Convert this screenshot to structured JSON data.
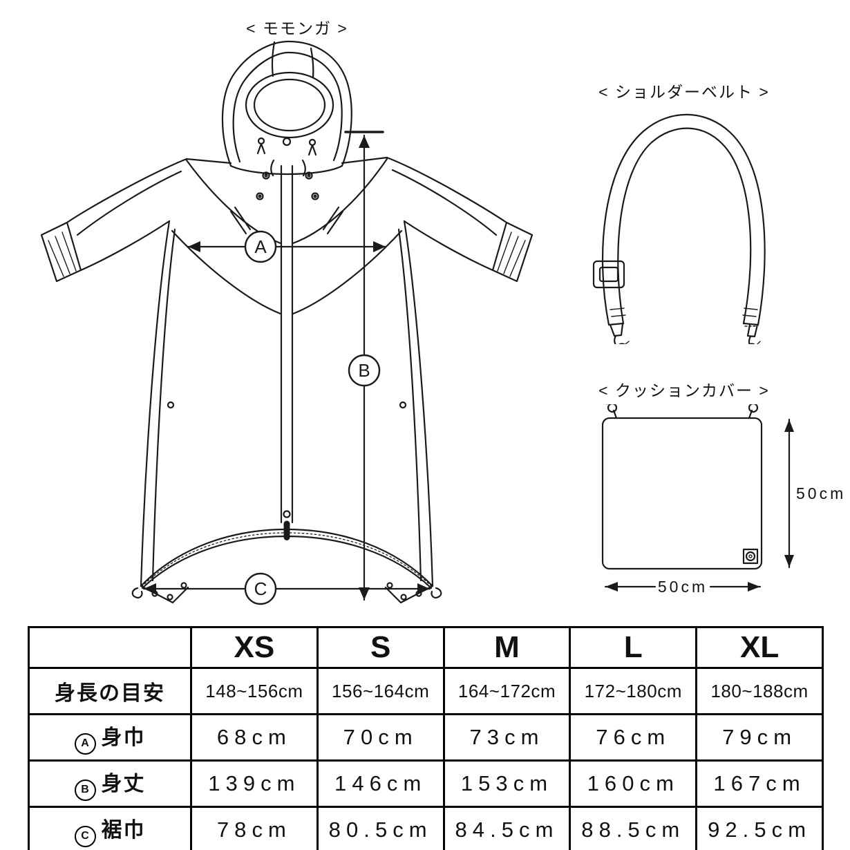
{
  "diagram": {
    "momonga_label": "< モモンガ >",
    "shoulder_belt_label": "< ショルダーベルト >",
    "cushion_label": "< クッションカバー >",
    "marker_a": "A",
    "marker_b": "B",
    "marker_c": "C",
    "cushion_height_label": "50cm",
    "cushion_width_label": "50cm"
  },
  "size_table": {
    "columns": [
      "XS",
      "S",
      "M",
      "L",
      "XL"
    ],
    "rows": [
      {
        "marker": "",
        "label": "身長の目安",
        "values": [
          "148~156cm",
          "156~164cm",
          "164~172cm",
          "172~180cm",
          "180~188cm"
        ]
      },
      {
        "marker": "A",
        "label": "身巾",
        "values": [
          "68cm",
          "70cm",
          "73cm",
          "76cm",
          "79cm"
        ]
      },
      {
        "marker": "B",
        "label": "身丈",
        "values": [
          "139cm",
          "146cm",
          "153cm",
          "160cm",
          "167cm"
        ]
      },
      {
        "marker": "C",
        "label": "裾巾",
        "values": [
          "78cm",
          "80.5cm",
          "84.5cm",
          "88.5cm",
          "92.5cm"
        ]
      }
    ]
  }
}
